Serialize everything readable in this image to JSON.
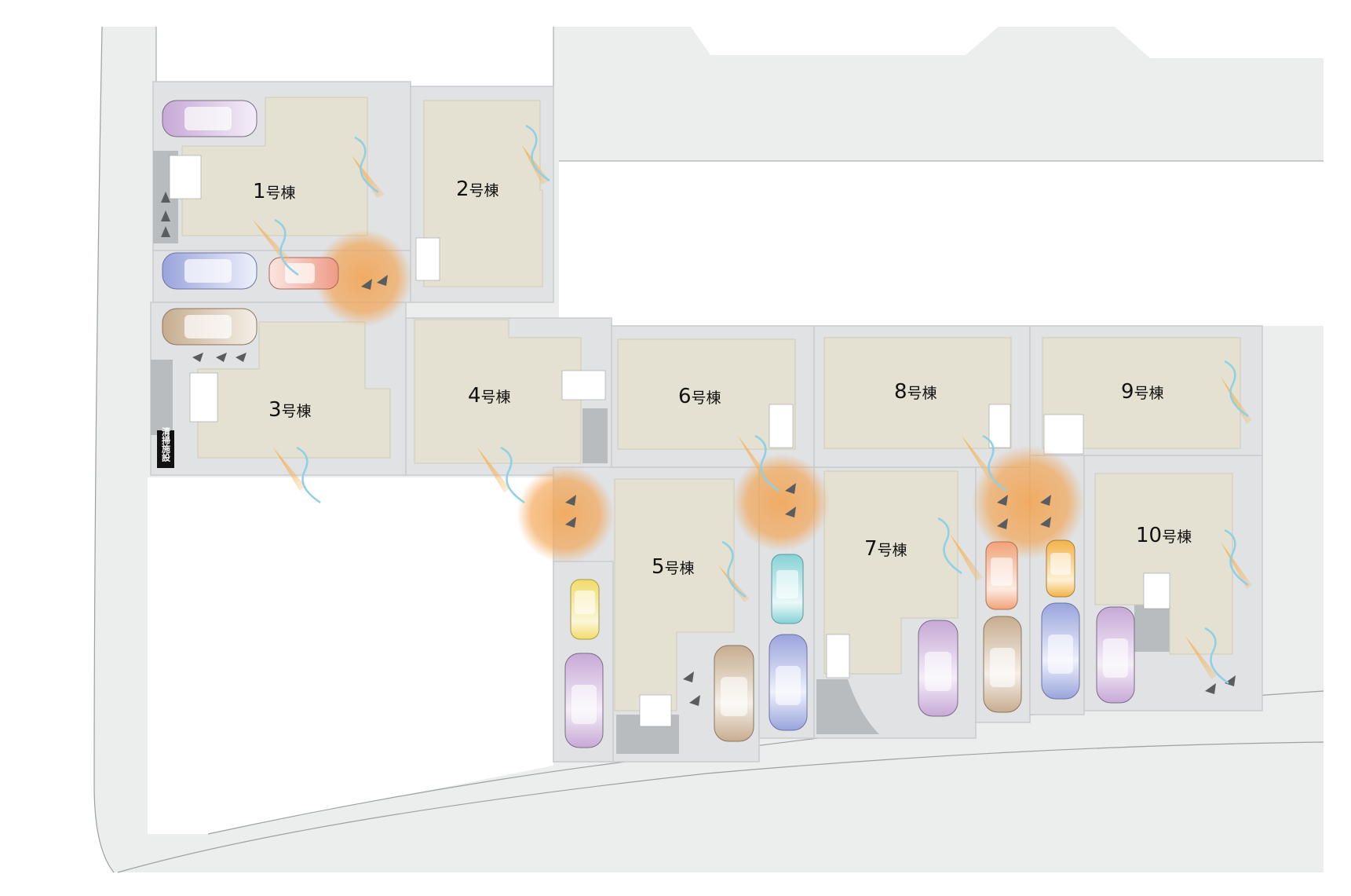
{
  "site_plan": {
    "buildings": [
      {
        "id": "1",
        "number": "1",
        "suffix": "号棟"
      },
      {
        "id": "2",
        "number": "2",
        "suffix": "号棟"
      },
      {
        "id": "3",
        "number": "3",
        "suffix": "号棟"
      },
      {
        "id": "4",
        "number": "4",
        "suffix": "号棟"
      },
      {
        "id": "5",
        "number": "5",
        "suffix": "号棟"
      },
      {
        "id": "6",
        "number": "6",
        "suffix": "号棟"
      },
      {
        "id": "7",
        "number": "7",
        "suffix": "号棟"
      },
      {
        "id": "8",
        "number": "8",
        "suffix": "号棟"
      },
      {
        "id": "9",
        "number": "9",
        "suffix": "号棟"
      },
      {
        "id": "10",
        "number": "10",
        "suffix": "号棟"
      }
    ],
    "facility": {
      "label": "清掃施設"
    },
    "colors": {
      "road": "#eceded",
      "lot": "#e0e2e4",
      "building": "#e4e1d2",
      "highlight": "#f3a24e",
      "gravel": "#b9bcbe",
      "lot_border": "#c9cccf"
    },
    "icons": [
      "car-icon",
      "tree-icon",
      "window-icon",
      "highlight-circle"
    ]
  }
}
